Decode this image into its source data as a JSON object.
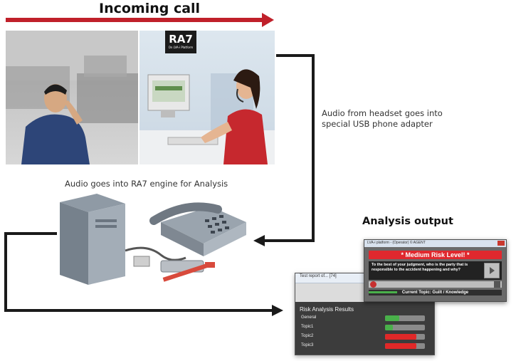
{
  "header": {
    "title": "Incoming call"
  },
  "labels": {
    "headset": "Audio from headset goes into\nspecial USB phone adapter",
    "engine": "Audio goes into RA7 engine for Analysis",
    "output": "Analysis output"
  },
  "logo": {
    "brand": "RA7",
    "tagline": "On LVA-i Platform"
  },
  "colors": {
    "arrow_red": "#c0202a",
    "connector": "#1a1a1a",
    "risk_red": "#e02828",
    "risk_green": "#49b04a"
  },
  "risk_window": {
    "title": "Test report of... [74]",
    "heading": "Risk Analysis Results",
    "rows": [
      {
        "label": "General",
        "color": "green",
        "level": 0.35
      },
      {
        "label": "Topic1",
        "color": "green",
        "level": 0.2
      },
      {
        "label": "Topic2",
        "color": "red",
        "level": 0.78
      },
      {
        "label": "Topic3",
        "color": "red",
        "level": 0.78
      }
    ]
  },
  "alert_window": {
    "title": "LVA-i platform - (Operator) © AGENT",
    "banner": "* Medium Risk Level! *",
    "question": "To the best of your judgment, who is the party that is responsible to the accident happening and why?",
    "topic": "Current Topic: Guilt / Knowledge"
  }
}
